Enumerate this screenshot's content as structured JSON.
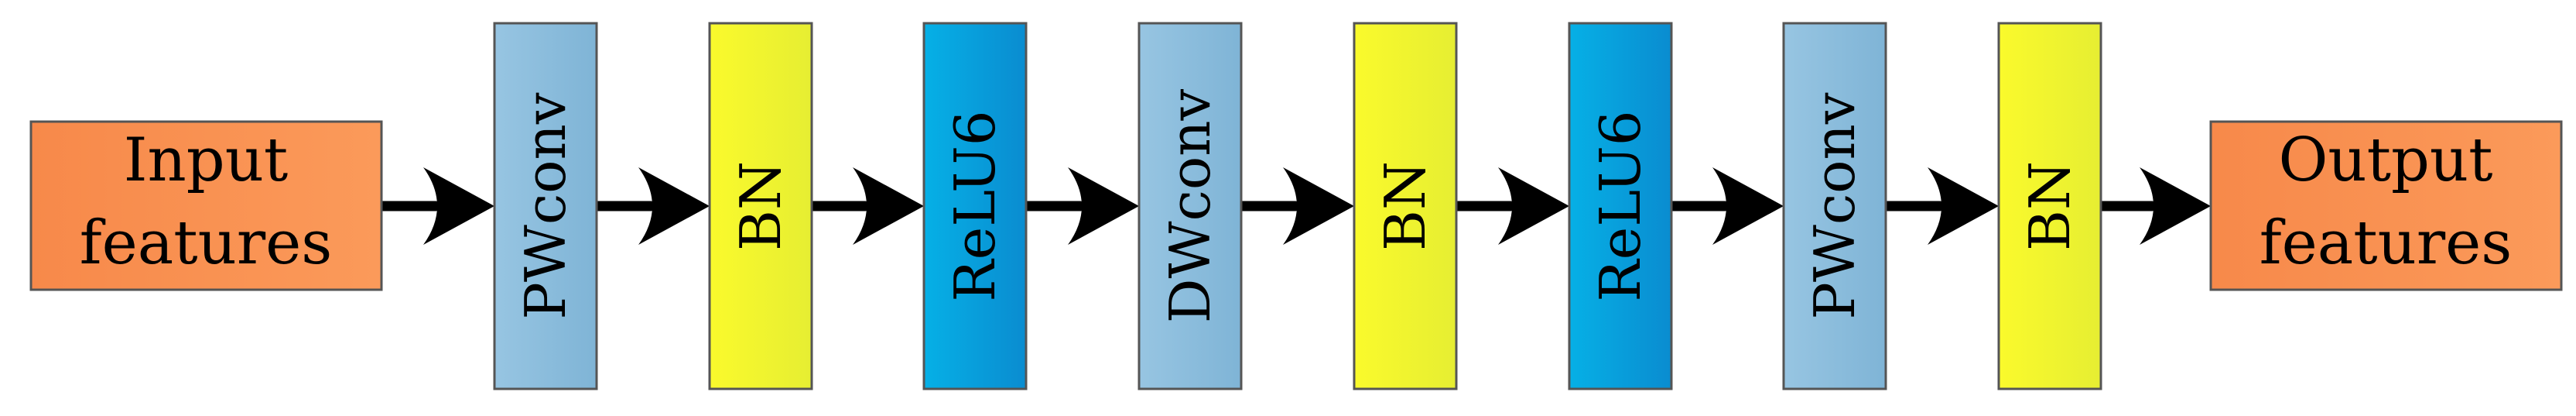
{
  "diagram": {
    "input_block": {
      "lines": [
        "Input",
        "features"
      ],
      "color": "#f98a4c"
    },
    "output_block": {
      "lines": [
        "Output",
        "features"
      ],
      "color": "#f98a4c"
    },
    "layers": [
      {
        "label": "PWconv",
        "kind": "conv"
      },
      {
        "label": "BN",
        "kind": "bn"
      },
      {
        "label": "ReLU6",
        "kind": "relu"
      },
      {
        "label": "DWconv",
        "kind": "conv"
      },
      {
        "label": "BN",
        "kind": "bn"
      },
      {
        "label": "ReLU6",
        "kind": "relu"
      },
      {
        "label": "PWconv",
        "kind": "conv"
      },
      {
        "label": "BN",
        "kind": "bn"
      }
    ],
    "colors": {
      "conv": "#8fc1e0",
      "bn": "#f3f828",
      "relu": "#0aa6dd",
      "arrow": "#000000",
      "border": "#555555"
    }
  }
}
